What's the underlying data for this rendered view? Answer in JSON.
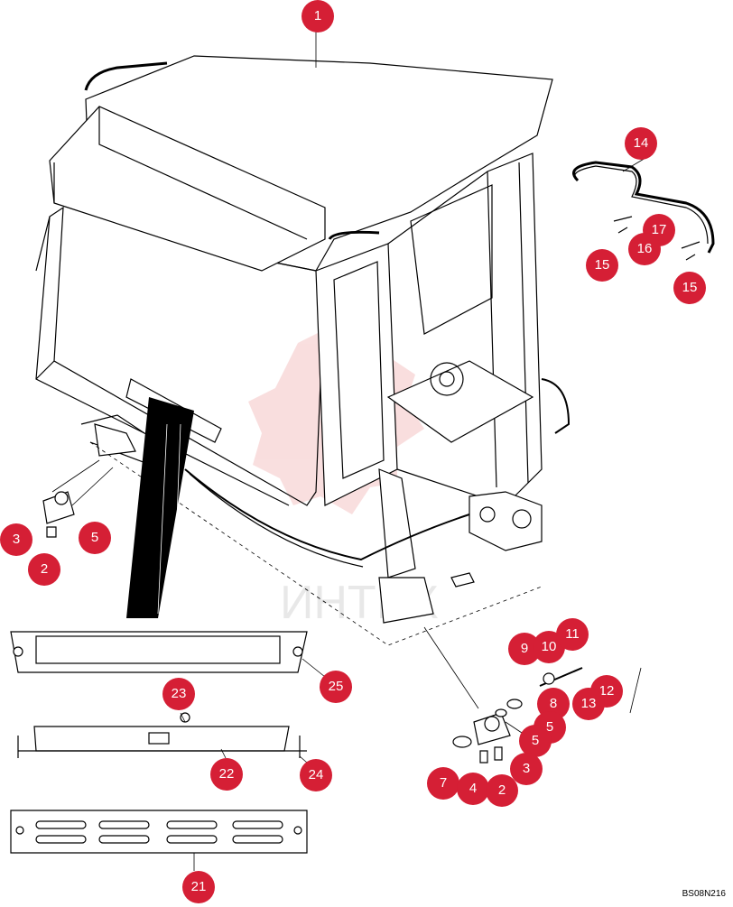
{
  "diagram": {
    "drawing_code": "BS08N216",
    "watermark": "ИНТЕХ",
    "colors": {
      "callout": "#d51f35",
      "line": "#000000",
      "watermark": "#f2b8b8",
      "paper": "#ffffff"
    },
    "callouts": {
      "c1": "1",
      "c2a": "2",
      "c2b": "2",
      "c3a": "3",
      "c3b": "3",
      "c4": "4",
      "c5a": "5",
      "c5b": "5",
      "c5c": "5",
      "c7": "7",
      "c8": "8",
      "c9": "9",
      "c10": "10",
      "c11": "11",
      "c12": "12",
      "c13": "13",
      "c14": "14",
      "c15a": "15",
      "c15b": "15",
      "c16": "16",
      "c17": "17",
      "c21": "21",
      "c22": "22",
      "c23": "23",
      "c24": "24",
      "c25": "25"
    }
  }
}
